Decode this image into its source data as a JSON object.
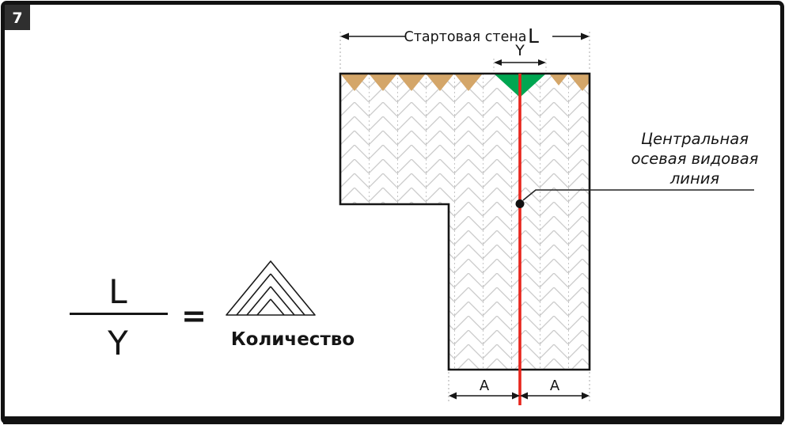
{
  "badge": {
    "number": "7"
  },
  "diagram": {
    "top_dimension": {
      "label": "Стартовая стена",
      "symbol": "L"
    },
    "y_dimension": {
      "label": "Y"
    },
    "center_axis_label": {
      "line1": "Центральная",
      "line2": "осевая видовая",
      "line3": "линия"
    },
    "bottom_dimension": {
      "left_label": "A",
      "right_label": "A"
    }
  },
  "formula": {
    "numerator": "L",
    "denominator": "Y",
    "equals": "=",
    "result_label": "Количество"
  },
  "colors": {
    "axis_red": "#e8251c",
    "start_piece_green": "#00a651",
    "parquet_tan": "#d4a669",
    "frame_black": "#121212",
    "badge_bg": "#2f2f2f"
  }
}
